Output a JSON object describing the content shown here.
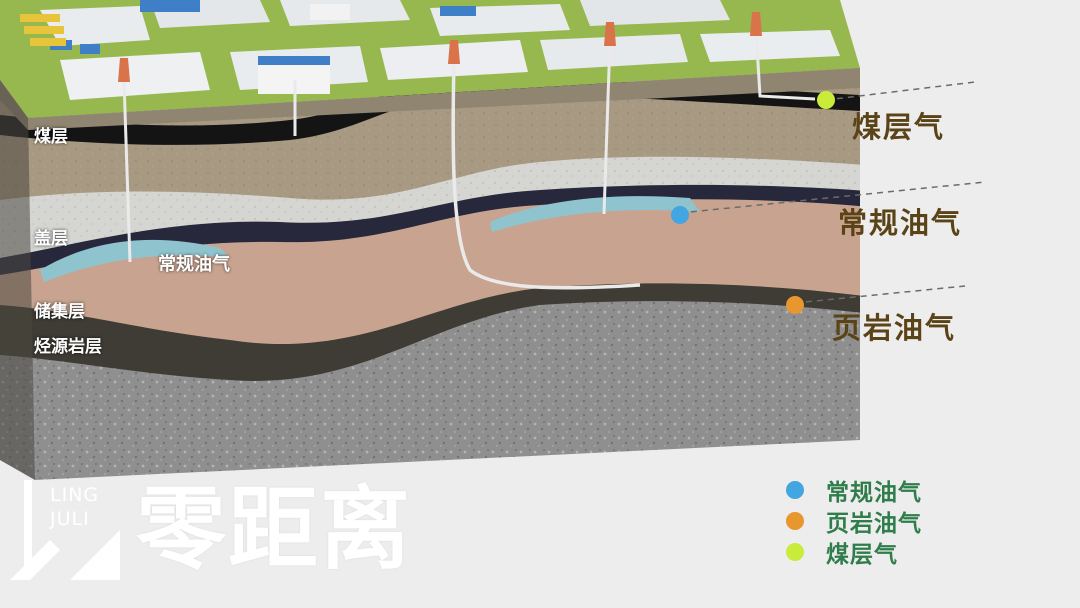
{
  "diagram": {
    "layers": {
      "coal_seam": "煤层",
      "cap_rock": "盖层",
      "reservoir": "储集层",
      "source_rock": "烃源岩层"
    },
    "conventional_label": "常规油气",
    "callouts": {
      "coalbed_methane": "煤层气",
      "conventional": "常规油气",
      "shale": "页岩油气"
    },
    "legend": [
      {
        "label": "常规油气",
        "color": "#43a6e0"
      },
      {
        "label": "页岩油气",
        "color": "#e8962e"
      },
      {
        "label": "煤层气",
        "color": "#c9ec3a"
      }
    ]
  },
  "watermark": {
    "line1": "LING",
    "line2": "JULI",
    "brand": "零距离"
  }
}
